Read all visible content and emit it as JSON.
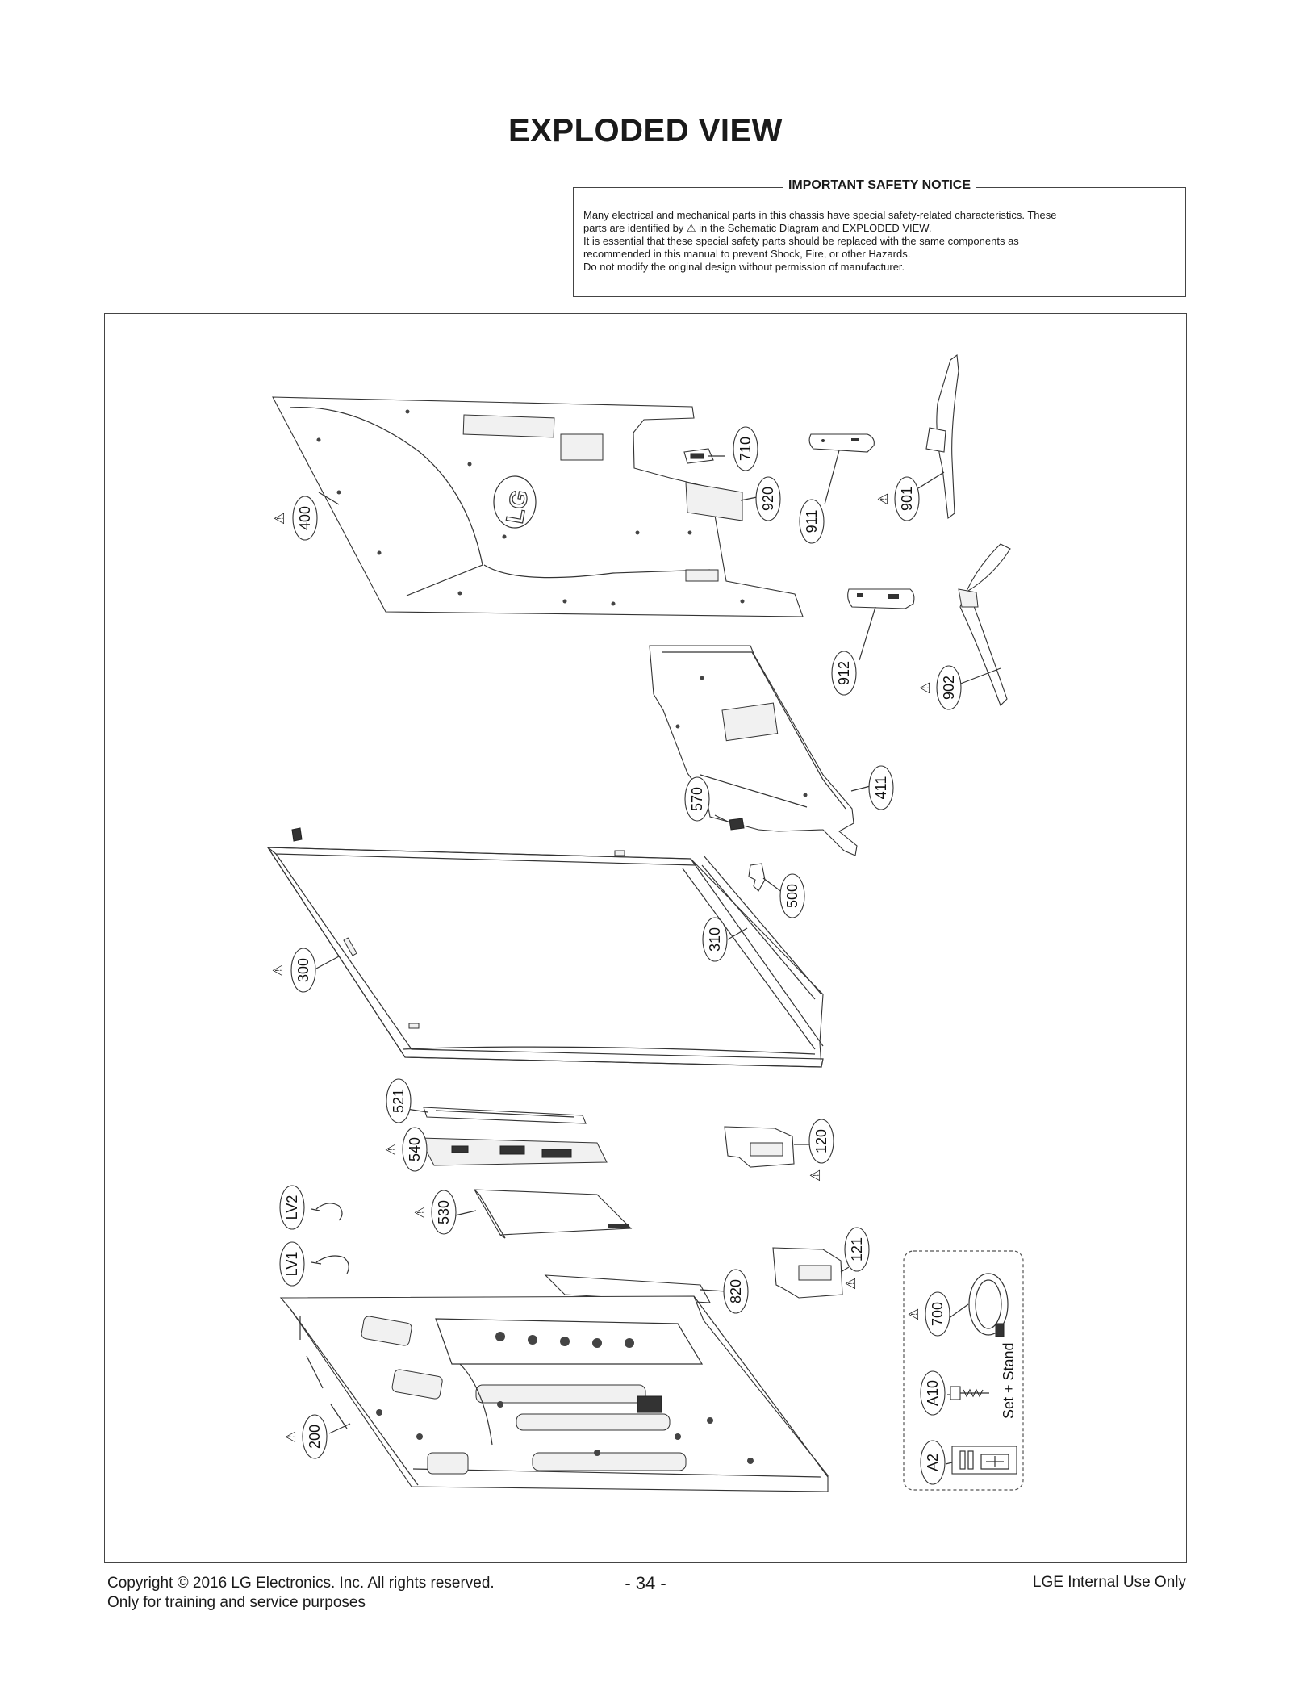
{
  "title": "EXPLODED VIEW",
  "notice": {
    "heading": "IMPORTANT SAFETY NOTICE",
    "line1": "Many electrical and mechanical parts in this chassis have special safety-related characteristics. These",
    "line2": "parts are identified by ⚠ in the Schematic Diagram and EXPLODED VIEW.",
    "line3": "It is essential that these special safety parts should be replaced with the same components as",
    "line4": "recommended in this manual to prevent Shock, Fire, or other Hazards.",
    "line5": "Do not modify the original design without permission of manufacturer."
  },
  "parts": {
    "p400": "400",
    "p710": "710",
    "p920": "920",
    "p911": "911",
    "p901": "901",
    "p912": "912",
    "p902": "902",
    "p411": "411",
    "p570": "570",
    "p500": "500",
    "p310": "310",
    "p300": "300",
    "p521": "521",
    "p540": "540",
    "p120": "120",
    "pLV2": "LV2",
    "p530": "530",
    "pLV1": "LV1",
    "p121": "121",
    "p820": "820",
    "p700": "700",
    "pA10": "A10",
    "pA2": "A2",
    "p200": "200"
  },
  "accessory_note": "Set + Stand",
  "back_cover_logo": "LG",
  "warning_symbol": "⚠",
  "footer": {
    "copyright": "Copyright  © 2016 LG Electronics. Inc. All rights reserved.",
    "training": "Only for training and service purposes",
    "page": "- 34 -",
    "internal": "LGE Internal Use Only"
  }
}
